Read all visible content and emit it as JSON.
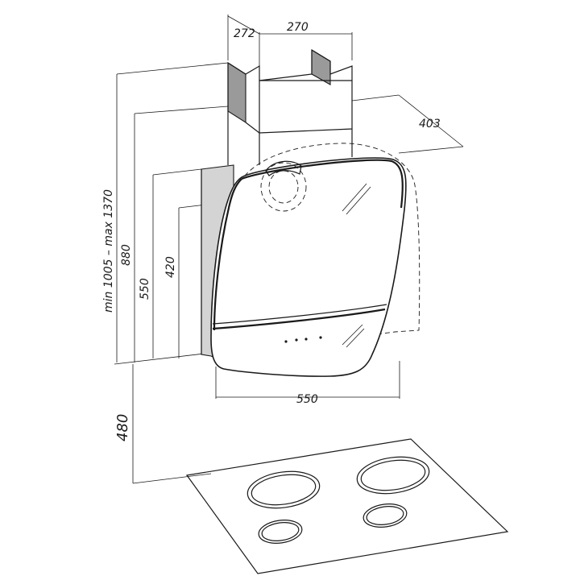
{
  "dimensions": {
    "chimney_depth": "272",
    "chimney_width": "270",
    "hood_depth": "403",
    "hood_width": "550",
    "total_height": "min 1005 – max 1370",
    "height_880": "880",
    "height_550": "550",
    "height_420": "420",
    "clearance": "480"
  }
}
